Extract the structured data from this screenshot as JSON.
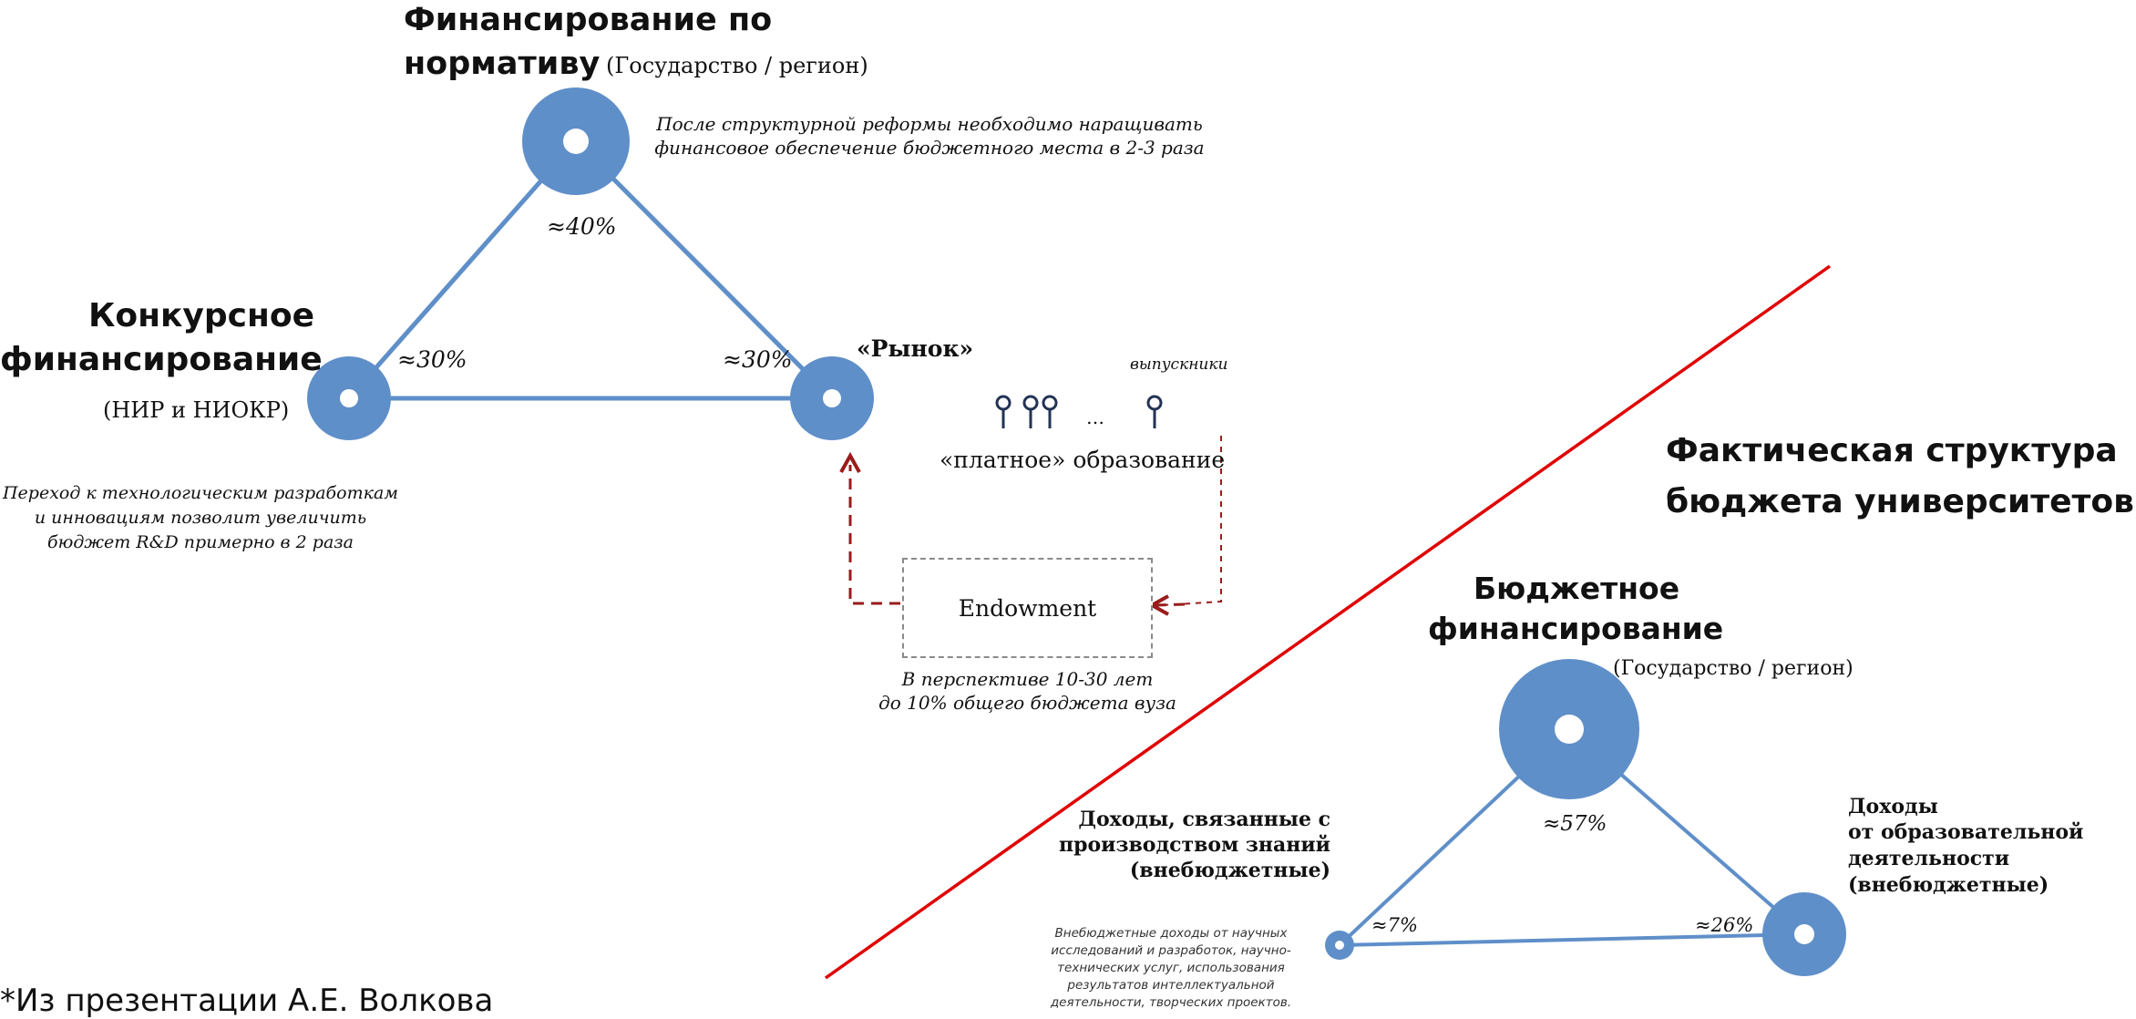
{
  "top": {
    "node_top_title_line1": "Финансирование по",
    "node_top_title_line2": "нормативу",
    "node_top_subtitle": "(Государство / регион)",
    "node_top_note_line1": "После структурной реформы необходимо наращивать",
    "node_top_note_line2": "финансовое обеспечение бюджетного места в 2-3 раза",
    "node_top_pct": "≈40%",
    "node_left_title_line1": "Конкурсное",
    "node_left_title_line2": "финансирование",
    "node_left_subtitle": "(НИР и НИОКР)",
    "node_left_pct": "≈30%",
    "node_left_note_line1": "Переход к технологическим разработкам",
    "node_left_note_line2": "и инновациям позволит увеличить",
    "node_left_note_line3": "бюджет R&D примерно в 2 раза",
    "node_right_title": "«Рынок»",
    "node_right_pct": "≈30%",
    "graduates_label": "выпускники",
    "ellipsis": "…",
    "paid_education": "«платное» образование",
    "endowment": "Endowment",
    "endowment_note_line1": "В перспективе 10-30 лет",
    "endowment_note_line2": "до 10% общего бюджета вуза"
  },
  "bottom": {
    "heading_line1": "Фактическая структура",
    "heading_line2": "бюджета университетов",
    "node_top_title_line1": "Бюджетное",
    "node_top_title_line2": "финансирование",
    "node_top_subtitle": "(Государство / регион)",
    "node_top_pct": "≈57%",
    "node_left_title_line1": "Доходы, связанные с",
    "node_left_title_line2": "производством знаний",
    "node_left_title_line3": "(внебюджетные)",
    "node_left_pct": "≈7%",
    "node_left_note_line1": "Внебюджетные доходы от научных",
    "node_left_note_line2": "исследований и разработок, научно-",
    "node_left_note_line3": "технических услуг, использования",
    "node_left_note_line4": "результатов интеллектуальной",
    "node_left_note_line5": "деятельности, творческих проектов.",
    "node_right_title_line1": "Доходы",
    "node_right_title_line2": "от образовательной",
    "node_right_title_line3": "деятельности",
    "node_right_title_line4": "(внебюджетные)",
    "node_right_pct": "≈26%"
  },
  "source_note": "*Из презентации А.Е. Волкова",
  "colors": {
    "node": "#5f8fc9",
    "divider": "#e00000",
    "arrow": "#9b1b1b",
    "dashed_box": "#8a8a8a"
  }
}
